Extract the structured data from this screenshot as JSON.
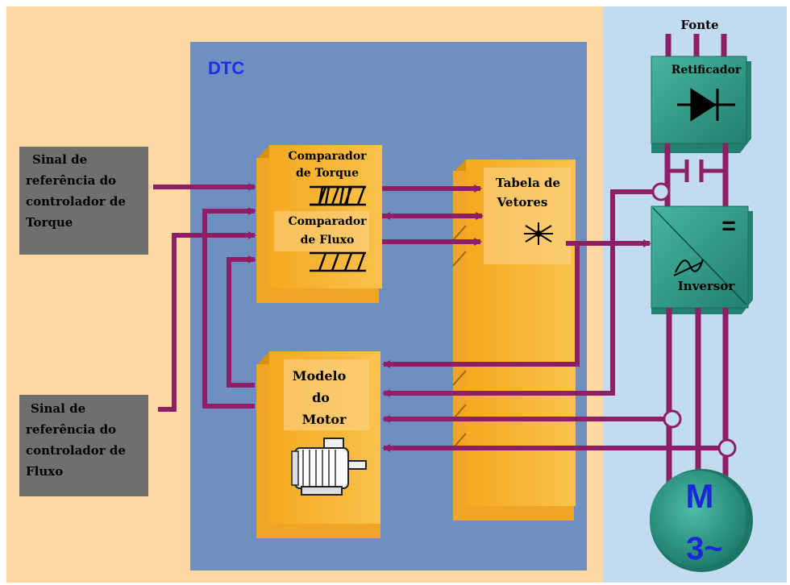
{
  "title": "DTC",
  "power": {
    "source_label": "Fonte",
    "rectifier_label": "Retificador",
    "dc_link_symbol": "=",
    "inverter_label": "Inversor",
    "motor_label_line1": "M",
    "motor_label_line2": "3~"
  },
  "inputs": {
    "torque_ref": [
      "Sinal de",
      "referência do",
      "controlador de",
      "Torque"
    ],
    "flux_ref": [
      "Sinal de",
      "referência do",
      "controlador de",
      "Fluxo"
    ]
  },
  "blocks": {
    "torque_comparator": [
      "Comparador",
      "de Torque"
    ],
    "flux_comparator": [
      "Comparador",
      "de Fluxo"
    ],
    "vector_table": [
      "Tabela de",
      "Vetores"
    ],
    "motor_model": [
      "Modelo",
      "do",
      "Motor"
    ]
  },
  "colors": {
    "left_bg": "#fcd9a2",
    "right_bg": "#c3dbef",
    "dtc_panel": "#6e8fbf",
    "block_face": "#f7b733",
    "block_side": "#d9920c",
    "arrow": "#8e1f66",
    "gray_box": "#6f6f6f",
    "power_teal": "#2f9b86",
    "motor_teal": "#2e9e8c",
    "motor_text": "#1a28d8",
    "dtc_title": "#1b2fe6"
  }
}
